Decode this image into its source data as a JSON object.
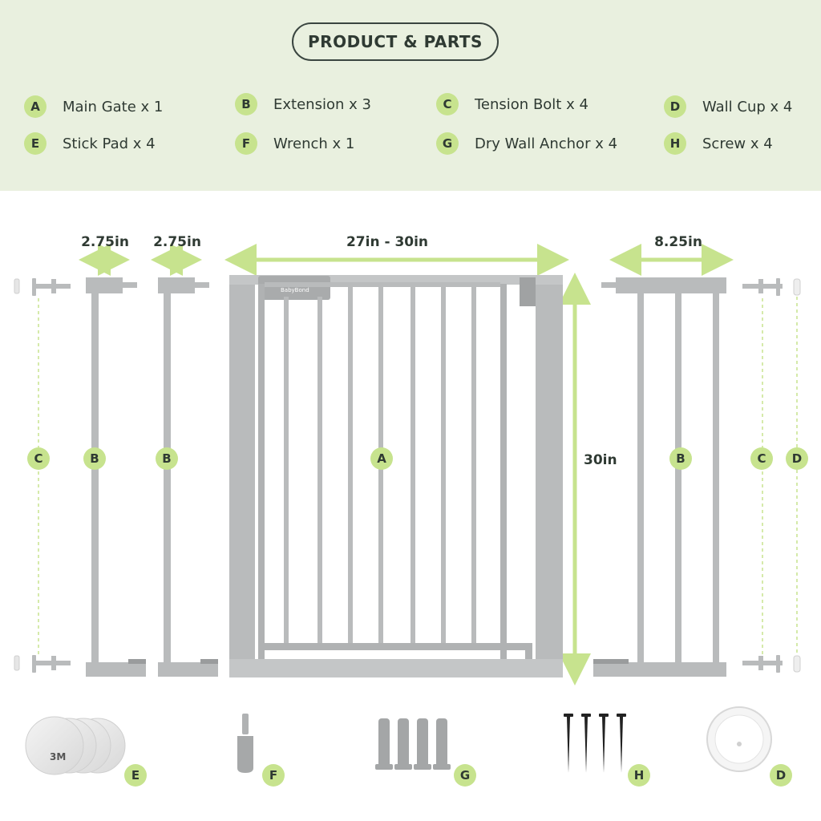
{
  "header": {
    "title": "PRODUCT & PARTS",
    "parts": [
      {
        "letter": "A",
        "label": "Main Gate x  1"
      },
      {
        "letter": "B",
        "label": "Extension  x  3"
      },
      {
        "letter": "C",
        "label": "Tension Bolt x 4"
      },
      {
        "letter": "D",
        "label": "Wall Cup x 4"
      },
      {
        "letter": "E",
        "label": "Stick Pad x 4"
      },
      {
        "letter": "F",
        "label": "Wrench x  1"
      },
      {
        "letter": "G",
        "label": "Dry Wall Anchor x 4"
      },
      {
        "letter": "H",
        "label": "Screw x 4"
      }
    ]
  },
  "dimensions": {
    "extension_small_1": "2.75in",
    "extension_small_2": "2.75in",
    "gate_width": "27in - 30in",
    "extension_large": "8.25in",
    "gate_height": "30in"
  },
  "diagram_badges": {
    "tension_bolt_left": "C",
    "extension_1": "B",
    "extension_2": "B",
    "main_gate": "A",
    "extension_3": "B",
    "tension_bolt_right": "C",
    "wall_cup_right": "D"
  },
  "gate_brand": "BabyBond",
  "stick_pad_print": "3M",
  "accessory_badges": {
    "stick_pads": "E",
    "wrench": "F",
    "anchors": "G",
    "screws": "H",
    "wall_cup": "D"
  },
  "colors": {
    "accent_green": "#c7e38e",
    "header_bg": "#e9f0df",
    "gate_gray": "#b9bbbc",
    "text_dark": "#2f3a33"
  }
}
